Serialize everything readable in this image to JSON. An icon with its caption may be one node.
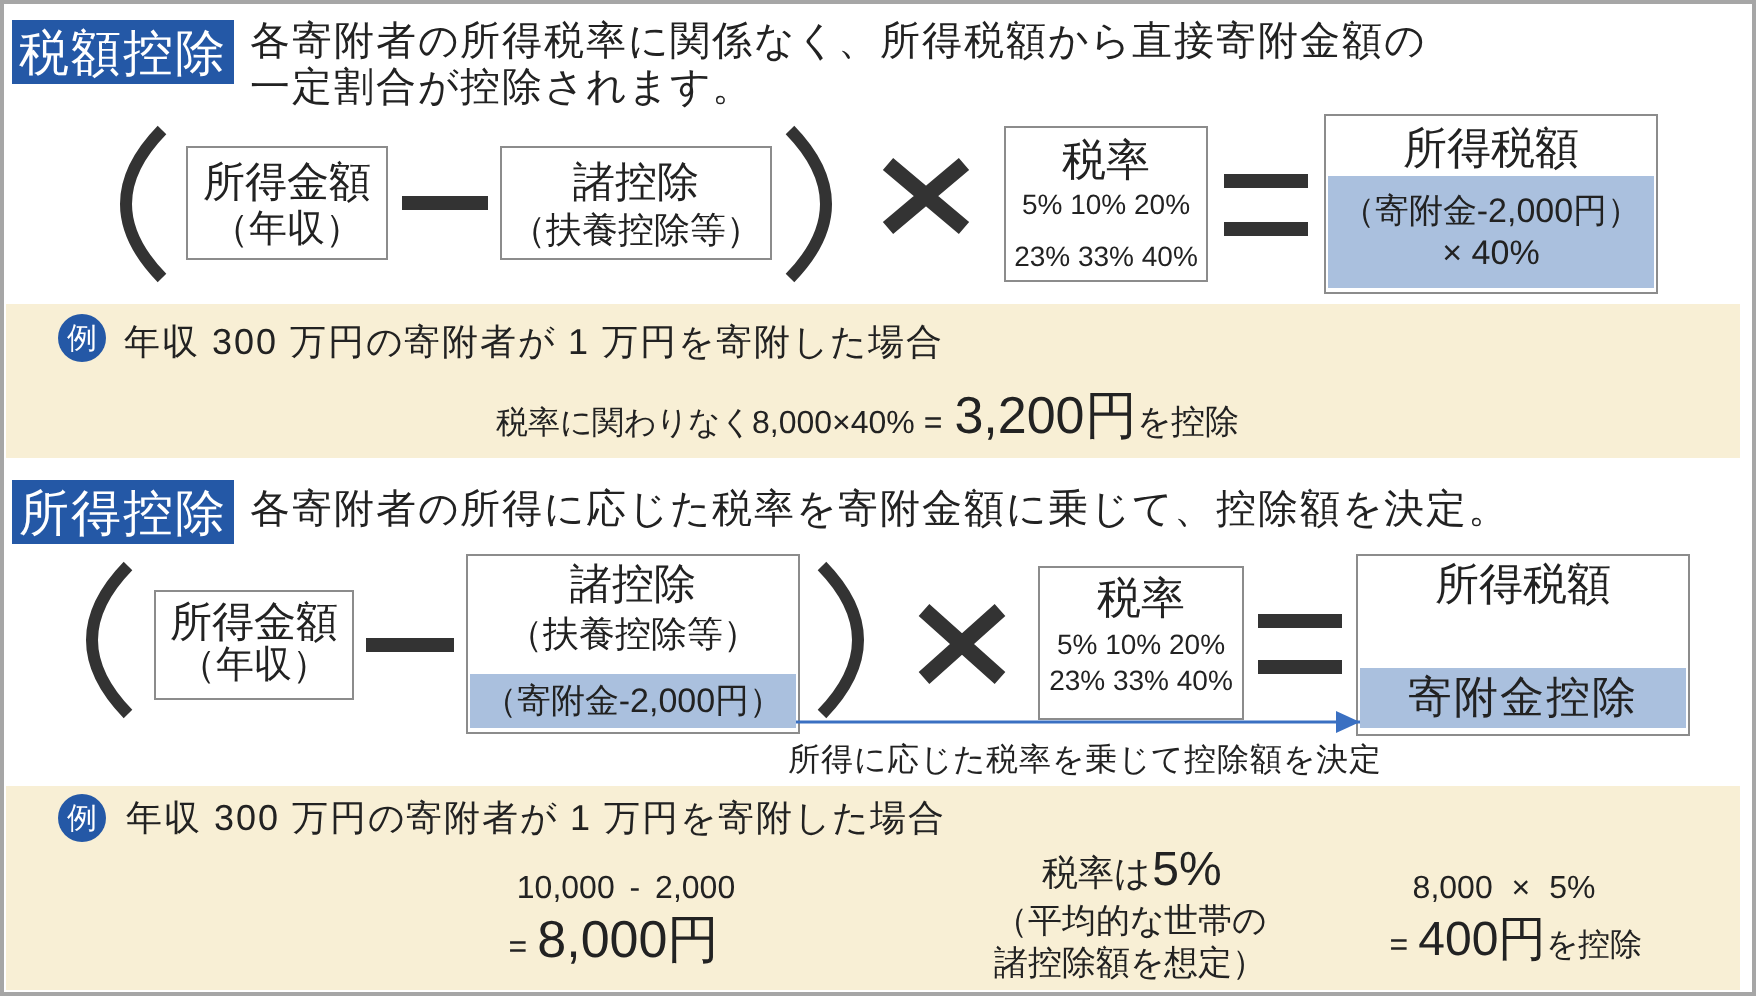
{
  "diagram": {
    "nodes": [
      {
        "text": [
          "税額控除"
        ]
      },
      {
        "text": [
          "所得金額",
          "（年収）"
        ]
      },
      {
        "text": [
          "諸控除",
          "（扶養控除等）"
        ]
      },
      {
        "text": [
          "税率",
          "5% 10% 20% 23% 33% 40%"
        ]
      },
      {
        "text": [
          "所得税額"
        ]
      },
      {
        "text": [
          "（寄附金-2,000円） × 40%"
        ],
        "in": 4
      },
      {
        "text": [
          "年収 300 万円の寄附者が 1 万円を寄附した場合",
          "税率に関わりなく8,000×40% =",
          "3,200円",
          "を控除"
        ]
      },
      {
        "text": [
          "例"
        ],
        "in": 6
      },
      {
        "text": [
          "所得控除"
        ]
      },
      {
        "text": [
          "所得金額",
          "（年収）"
        ]
      },
      {
        "text": [
          "諸控除",
          "（扶養控除等）"
        ]
      },
      {
        "text": [
          "（寄附金-2,000円）"
        ],
        "in": 10
      },
      {
        "text": [
          "税率",
          "5% 10% 20% 23% 33% 40%"
        ]
      },
      {
        "text": [
          "所得税額"
        ]
      },
      {
        "text": [
          "寄附金控除"
        ],
        "in": 13
      },
      {
        "text": [
          "年収 300 万円の寄附者が 1 万円を寄附した場合",
          "10,000 - 2,000",
          "=",
          "8,000円",
          "税率は",
          "5%",
          "（平均的な世帯の諸控除額を想定）",
          "8,000 × 5%",
          "=",
          "400円",
          "を控除"
        ]
      },
      {
        "text": [
          "例"
        ],
        "in": 15
      }
    ],
    "edges": [
      {
        "from": 11,
        "to": 14,
        "arrow": "to",
        "label": "所得に応じた税率を乗じて控除額を決定"
      }
    ],
    "labels": [
      "各寄附者の所得税率に関係なく、所得税額から直接寄附金額の一定割合が控除されます。",
      "各寄附者の所得に応じた税率を寄附金額に乗じて、控除額を決定。"
    ]
  }
}
